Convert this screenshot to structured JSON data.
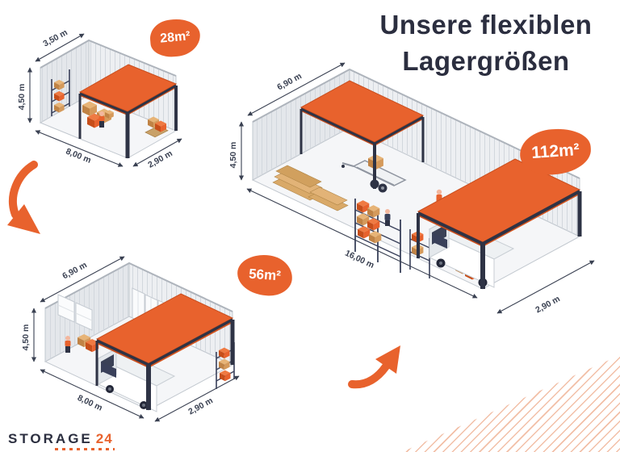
{
  "title": {
    "line1": "Unsere flexiblen",
    "line2": "Lagergrößen"
  },
  "units": {
    "small": {
      "area": "28m²",
      "dim_top": "3,50 m",
      "dim_left": "4,50 m",
      "dim_bottom": "8,00 m",
      "dim_right": "2,90 m"
    },
    "medium": {
      "area": "56m²",
      "dim_top": "6,90 m",
      "dim_left": "4,50 m",
      "dim_bottom": "8,00 m",
      "dim_right": "2,90 m"
    },
    "large": {
      "area": "112m²",
      "dim_top": "6,90 m",
      "dim_left": "4,50 m",
      "dim_bottom": "16,00 m",
      "dim_right": "2,90 m"
    }
  },
  "logo": {
    "name": "STORAGE",
    "number": "24"
  },
  "colors": {
    "accent": "#E8622D",
    "dark_navy": "#2B2E3F",
    "wall_gray": "#E4E7EB",
    "box_tan": "#D89C58"
  }
}
